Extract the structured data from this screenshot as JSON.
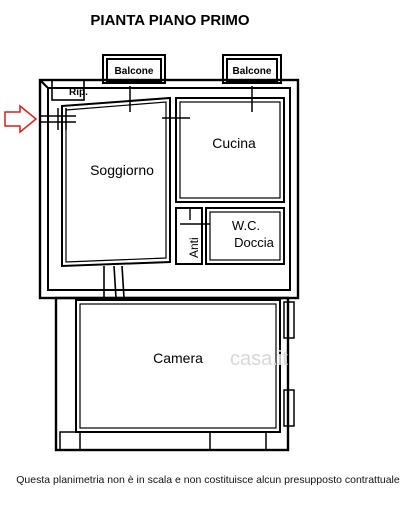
{
  "title": "PIANTA PIANO PRIMO",
  "rooms": {
    "rip": "Rip.",
    "balcone_left": "Balcone",
    "balcone_right": "Balcone",
    "cucina": "Cucina",
    "soggiorno": "Soggiorno",
    "anti": "Anti",
    "wc_line1": "W.C.",
    "wc_line2": "Doccia",
    "camera": "Camera"
  },
  "watermark": "casa.it",
  "footer_note": "Questa planimetria non è in scala e non costituisce alcun presupposto contrattuale",
  "colors": {
    "entrance_arrow": "#d42020",
    "walls": "#000000"
  }
}
